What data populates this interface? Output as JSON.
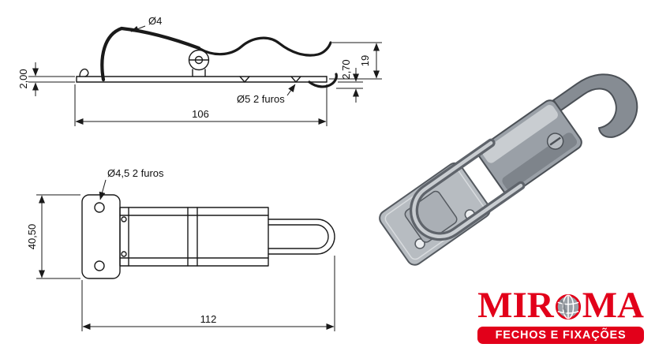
{
  "side_view": {
    "label_diameter": "Ø4",
    "label_holes": "Ø5  2 furos",
    "dim_length": "106",
    "dim_height": "19",
    "dim_plate_thickness": "2,00",
    "dim_gap": "2,70"
  },
  "top_view": {
    "label_holes": "Ø4,5  2 furos",
    "dim_length": "112",
    "dim_width": "40,50"
  },
  "logo": {
    "brand_part1": "MIR",
    "brand_part2": "MA",
    "tagline": "FECHOS E FIXAÇÕES",
    "brand_color": "#e2001a"
  },
  "colors": {
    "drawing_line": "#1a1a1a",
    "metal_light": "#c9cdd1",
    "metal_mid": "#9aa0a7",
    "metal_dark": "#5f646b"
  }
}
